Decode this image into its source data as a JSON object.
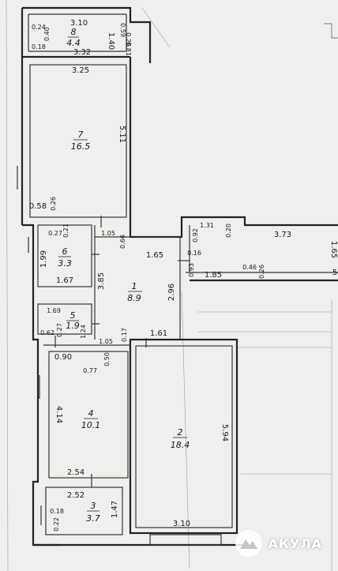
{
  "rooms": [
    {
      "num": "8",
      "area": "4.4"
    },
    {
      "num": "7",
      "area": "16.5"
    },
    {
      "num": "6",
      "area": "3.3"
    },
    {
      "num": "1",
      "area": "8.9"
    },
    {
      "num": "5",
      "area": "1.9"
    },
    {
      "num": "4",
      "area": "10.1"
    },
    {
      "num": "2",
      "area": "18.4"
    },
    {
      "num": "3",
      "area": "3.7"
    }
  ],
  "dims": {
    "d310a": "3.10",
    "d024": "0.24",
    "d040": "0.40",
    "d018a": "0.18",
    "d140": "1.40",
    "d059": "0.59",
    "d026a": "0.26",
    "d081": "0.81",
    "d332": "3.32",
    "d325": "3.25",
    "d511": "5.11",
    "d026b": "0.26",
    "d058": "0.58",
    "d027a": "0.27",
    "d021": "0.21",
    "d105a": "1.05",
    "d066": "0.66",
    "d199": "1.99",
    "d167": "1.67",
    "d165a": "1.65",
    "d016": "0.16",
    "d093": "0.93",
    "d385": "3.85",
    "d296": "2.96",
    "d092": "0.92",
    "d131": "1.31",
    "d020": "0.20",
    "d373": "3.73",
    "d165b": "1.65",
    "d185": "1.85",
    "d046": "0.46",
    "d026c": "0.26",
    "d5": "5",
    "d169": "1.69",
    "d062": "0.62",
    "d027b": "0.27",
    "d124": "1.24",
    "d105b": "1.05",
    "d017": "0.17",
    "d161": "1.61",
    "d090": "0.90",
    "d050": "0.50",
    "d077": "0.77",
    "d414": "4.14",
    "d594": "5.94",
    "d254": "2.54",
    "d252": "2.52",
    "d018b": "0.18",
    "d022": "0.22",
    "d147": "1.47",
    "d310b": "3.10"
  },
  "watermark": {
    "brand": "АКУЛА"
  }
}
